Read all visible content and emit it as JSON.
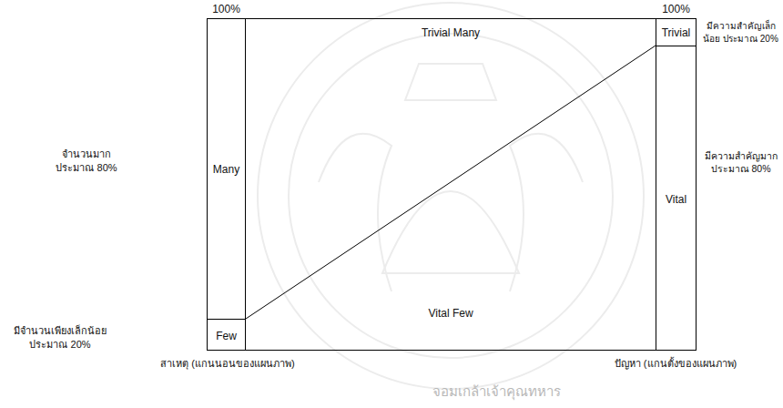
{
  "diagram": {
    "nodes": [
      {
        "text": [
          "100%"
        ]
      },
      {
        "text": [
          "Many"
        ],
        "in": 0
      },
      {
        "text": [
          "Few"
        ],
        "in": 0
      },
      {
        "text": [
          "Trivial Many",
          "Vital Few"
        ]
      },
      {
        "text": [
          "100%"
        ]
      },
      {
        "text": [
          "Trivial"
        ],
        "in": 4
      },
      {
        "text": [
          "Vital"
        ],
        "in": 4
      }
    ],
    "labels": [
      "จำนวนมาก ประมาณ 80%",
      "มีจำนวนเพียงเล็กน้อย ประมาณ 20%",
      "มีความสำคัญเล็กน้อย ประมาณ 20%",
      "มีความสำคัญมาก ประมาณ 80%",
      "สาเหตุ (แกนนอนของแผนภาพ)",
      "ปัญหา (แกนตั้งของแผนภาพ)",
      "จอมเกล้าเจ้าคุณทหาร"
    ]
  }
}
